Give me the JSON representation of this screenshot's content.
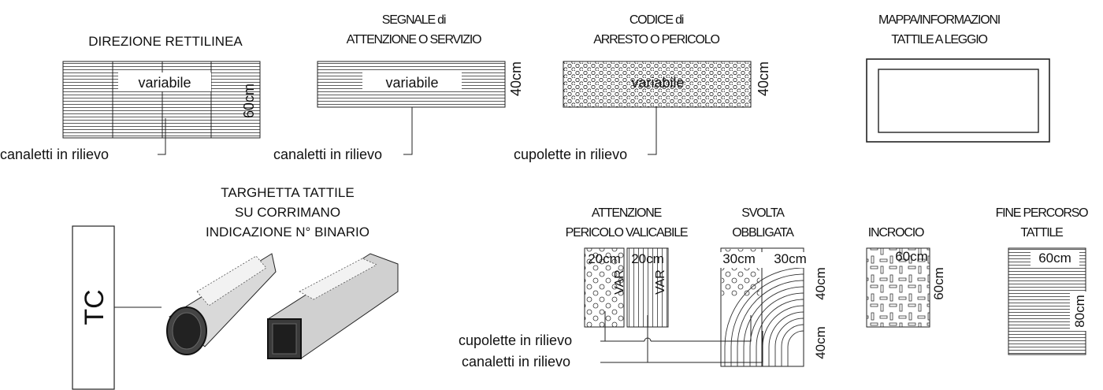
{
  "tiles": {
    "direzione": {
      "title": "DIREZIONE RETTILINEA",
      "inner": "variabile",
      "dim": "60cm",
      "caption": "canaletti in rilievo"
    },
    "segnale": {
      "title_line1": "SEGNALE di",
      "title_line2": "ATTENZIONE O SERVIZIO",
      "inner": "variabile",
      "dim": "40cm",
      "caption": "canaletti in rilievo"
    },
    "codice": {
      "title_line1": "CODICE di",
      "title_line2": "ARRESTO O PERICOLO",
      "inner": "variabile",
      "dim": "40cm",
      "caption": "cupolette in rilievo"
    },
    "mappa": {
      "title_line1": "MAPPA/INFORMAZIONI",
      "title_line2": "TATTILE A LEGGIO"
    }
  },
  "targhetta": {
    "line1": "TARGHETTA TATTILE",
    "line2": "SU CORRIMANO",
    "line3": "INDICAZIONE N° BINARIO",
    "tc": "TC"
  },
  "attenzione": {
    "title_line1": "ATTENZIONE",
    "title_line2": "PERICOLO VALICABILE",
    "dim_left": "20cm",
    "dim_right": "20cm",
    "var1": "VAR",
    "var2": "VAR"
  },
  "svolta": {
    "title_line1": "SVOLTA",
    "title_line2": "OBBLIGATA",
    "dim_left": "30cm",
    "dim_right": "30cm",
    "dim_top": "40cm",
    "dim_bottom": "40cm"
  },
  "incrocio": {
    "title": "INCROCIO",
    "dim_top": "60cm",
    "dim_side": "60cm"
  },
  "fine": {
    "title_line1": "FINE PERCORSO",
    "title_line2": "TATTILE",
    "dim_top": "60cm",
    "dim_side": "80cm"
  },
  "legend": {
    "cupolette": "cupolette in rilievo",
    "canaletti": "canaletti in rilievo"
  }
}
